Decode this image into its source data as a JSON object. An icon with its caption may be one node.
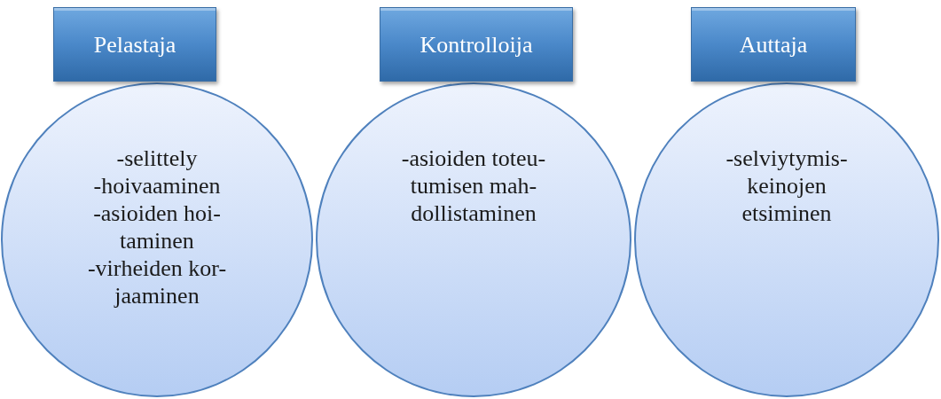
{
  "diagram": {
    "nodes": [
      {
        "text": [
          "Pelastaja"
        ]
      },
      {
        "text": [
          "Kontrolloija"
        ]
      },
      {
        "text": [
          "Auttaja"
        ]
      },
      {
        "text": [
          "-selittely -hoivaaminen -asioiden hoi- taminen -virheiden kor- jaaminen"
        ]
      },
      {
        "text": [
          "-asioiden toteu- tumisen mah- dollistaminen"
        ]
      },
      {
        "text": [
          "-selviytymis- keinojen etsiminen"
        ]
      }
    ]
  }
}
